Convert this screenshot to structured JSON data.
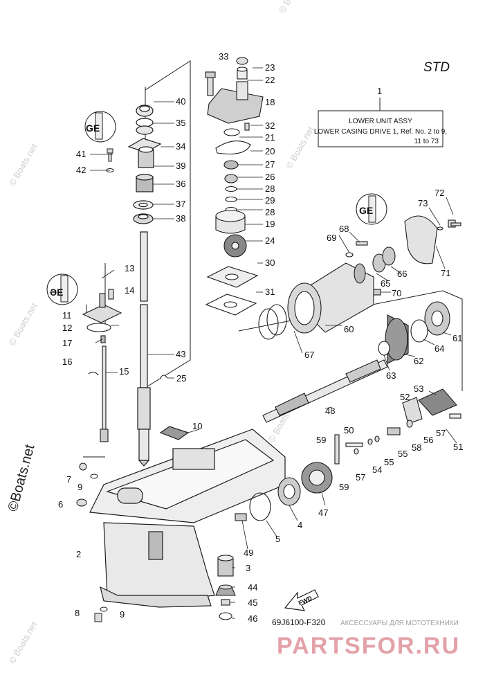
{
  "header": {
    "variant": "STD"
  },
  "assembly": {
    "ref_number": "1",
    "line1": "LOWER UNIT ASSY",
    "line2": "LOWER CASING DRIVE 1,  Ref. No. 2 to 9,",
    "line3": "11 to 73"
  },
  "callouts": [
    "1",
    "2",
    "3",
    "4",
    "5",
    "6",
    "7",
    "8",
    "9",
    "9",
    "10",
    "11",
    "12",
    "13",
    "14",
    "15",
    "16",
    "17",
    "18",
    "19",
    "20",
    "21",
    "22",
    "23",
    "24",
    "25",
    "26",
    "27",
    "28",
    "28",
    "29",
    "30",
    "31",
    "32",
    "33",
    "34",
    "35",
    "36",
    "37",
    "38",
    "39",
    "40",
    "41",
    "42",
    "43",
    "44",
    "45",
    "46",
    "47",
    "48",
    "49",
    "50",
    "51",
    "52",
    "53",
    "54",
    "55",
    "55",
    "56",
    "57",
    "57",
    "58",
    "59",
    "59",
    "60",
    "61",
    "62",
    "63",
    "64",
    "65",
    "66",
    "67",
    "68",
    "69",
    "70",
    "71",
    "72",
    "73"
  ],
  "fwd_label": "FWD",
  "diagram_code": "69J6100-F320",
  "watermarks": {
    "boats": "© Boats.net",
    "boats_large": "©Boats.net",
    "shop_caption": "АКСЕССУАРЫ ДЛЯ МОТОТЕХНИКИ",
    "shop_logo": "PARTSFOR.RU"
  },
  "colors": {
    "line": "#1a1a1a",
    "part_fill": "#e6e6e6",
    "dark_fill": "#9a9a9a",
    "watermark": "#c9c9c9",
    "logo": "#e3a1a8"
  }
}
